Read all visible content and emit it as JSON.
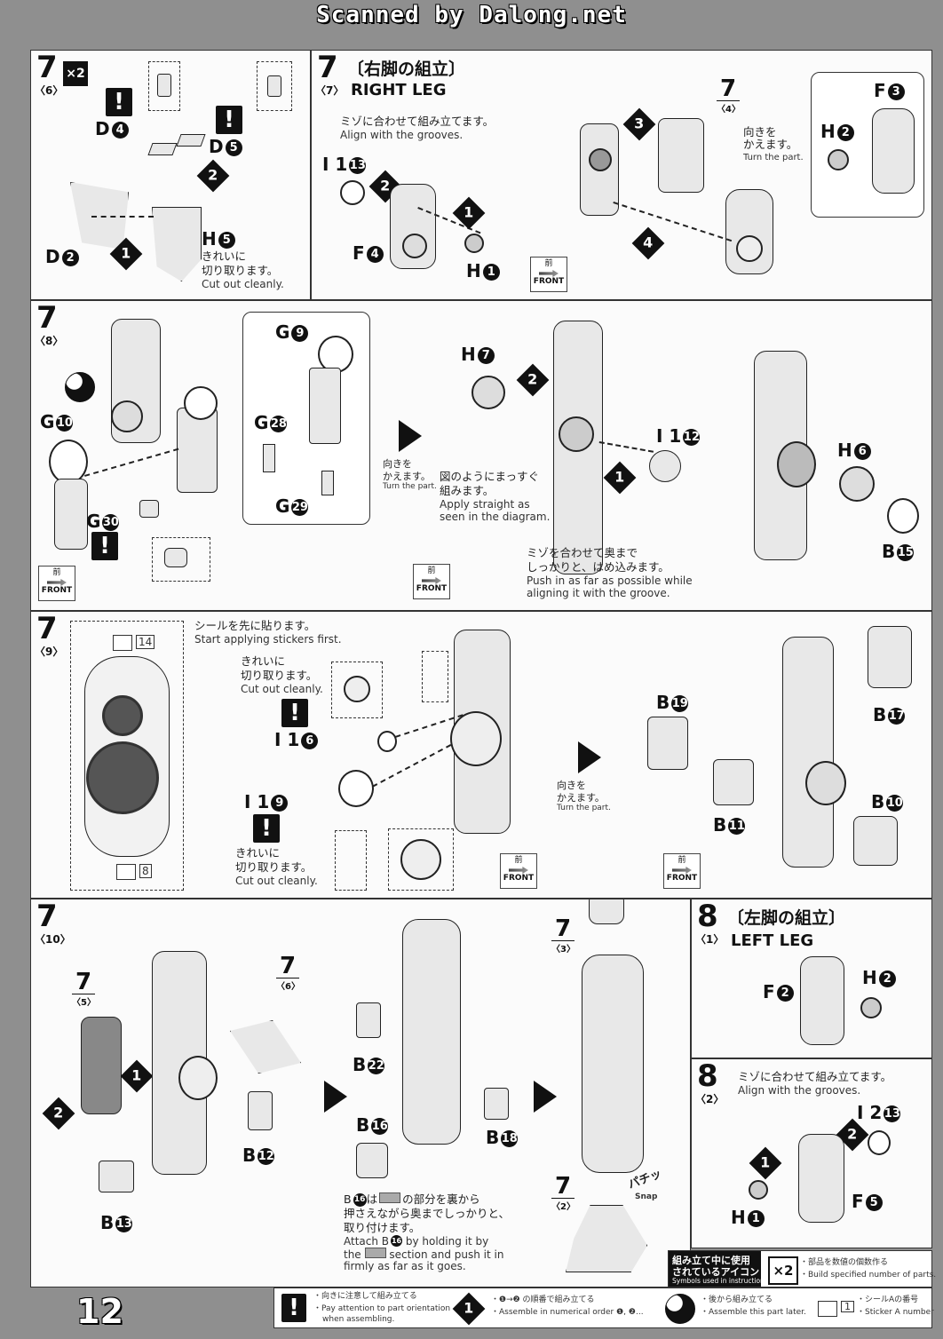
{
  "watermark": "Scanned by Dalong.net",
  "page_number": "12",
  "panel_7_6": {
    "step": "7",
    "sub": "〈6〉",
    "multiplier": "×2",
    "labels": {
      "d4": "D",
      "d4n": "4",
      "d5": "D",
      "d5n": "5",
      "d2": "D",
      "d2n": "2",
      "h5": "H",
      "h5n": "5"
    },
    "cut_jp1": "きれいに",
    "cut_jp2": "切り取ります。",
    "cut_en": "Cut out cleanly.",
    "nums": [
      "1",
      "2"
    ]
  },
  "panel_7_7": {
    "step": "7",
    "sub": "〈7〉",
    "title_jp": "〔右脚の組立〕",
    "title_en": "RIGHT LEG",
    "align_jp": "ミゾに合わせて組み立てます。",
    "align_en": "Align with the grooves.",
    "labels": {
      "i1": "I 1",
      "i1n": "13",
      "f4": "F",
      "f4n": "4",
      "h1": "H",
      "h1n": "1",
      "f3": "F",
      "f3n": "3",
      "h2": "H",
      "h2n": "2"
    },
    "ref_step": "7",
    "ref_sub": "〈4〉",
    "turn_jp1": "向きを",
    "turn_jp2": "かえます。",
    "turn_en": "Turn the part.",
    "front_jp": "前",
    "front_en": "FRONT",
    "nums": [
      "1",
      "2",
      "3",
      "4"
    ]
  },
  "panel_7_8": {
    "step": "7",
    "sub": "〈8〉",
    "labels": {
      "g9": "G",
      "g9n": "9",
      "g28": "G",
      "g28n": "28",
      "g29": "G",
      "g29n": "29",
      "g10": "G",
      "g10n": "10",
      "g30": "G",
      "g30n": "30",
      "h7": "H",
      "h7n": "7",
      "i12": "I 1",
      "i12n": "12",
      "h6": "H",
      "h6n": "6",
      "b15": "B",
      "b15n": "15"
    },
    "turn_jp1": "向きを",
    "turn_jp2": "かえます。",
    "turn_en": "Turn the part.",
    "straight_jp1": "図のようにまっすぐ",
    "straight_jp2": "組みます。",
    "straight_en1": "Apply straight as",
    "straight_en2": "seen in the diagram.",
    "push_jp1": "ミゾを合わせて奥まで",
    "push_jp2": "しっかりと、はめ込みます。",
    "push_en1": "Push in as far as possible while",
    "push_en2": "aligning it with the groove.",
    "front_jp": "前",
    "front_en": "FRONT",
    "nums": [
      "1",
      "2"
    ]
  },
  "panel_7_9": {
    "step": "7",
    "sub": "〈9〉",
    "sticker_first_jp": "シールを先に貼ります。",
    "sticker_first_en": "Start applying stickers first.",
    "cut_jp1": "きれいに",
    "cut_jp2": "切り取ります。",
    "cut_en": "Cut out cleanly.",
    "labels": {
      "i16": "I 1",
      "i16n": "6",
      "i19": "I 1",
      "i19n": "9",
      "b19": "B",
      "b19n": "19",
      "b17": "B",
      "b17n": "17",
      "b10": "B",
      "b10n": "10",
      "b11": "B",
      "b11n": "11"
    },
    "sticker_a": "14",
    "sticker_b": "8",
    "turn_jp1": "向きを",
    "turn_jp2": "かえます。",
    "turn_en": "Turn the part.",
    "front_jp": "前",
    "front_en": "FRONT"
  },
  "panel_7_10": {
    "step": "7",
    "sub": "〈10〉",
    "ref5": {
      "n": "7",
      "s": "〈5〉"
    },
    "ref6": {
      "n": "7",
      "s": "〈6〉"
    },
    "ref3": {
      "n": "7",
      "s": "〈3〉"
    },
    "ref2": {
      "n": "7",
      "s": "〈2〉"
    },
    "labels": {
      "b12": "B",
      "b12n": "12",
      "b13": "B",
      "b13n": "13",
      "b22": "B",
      "b22n": "22",
      "b16": "B",
      "b16n": "16",
      "b18": "B",
      "b18n": "18"
    },
    "b16_jp1": "は",
    "b16_jp2": "の部分を裏から",
    "b16_jp3": "押さえながら奥までしっかりと、",
    "b16_jp4": "取り付けます。",
    "b16_en1": "Attach",
    "b16_en2": "by holding it by",
    "b16_en3": "the",
    "b16_en4": "section and push it in",
    "b16_en5": "firmly as far as it goes.",
    "snap_jp": "パチッ",
    "snap_en": "Snap",
    "nums": [
      "1",
      "2"
    ]
  },
  "panel_8_1": {
    "step": "8",
    "sub": "〈1〉",
    "title_jp": "〔左脚の組立〕",
    "title_en": "LEFT LEG",
    "labels": {
      "f2": "F",
      "f2n": "2",
      "h2": "H",
      "h2n": "2"
    }
  },
  "panel_8_2": {
    "step": "8",
    "sub": "〈2〉",
    "align_jp": "ミゾに合わせて組み立てます。",
    "align_en": "Align with the grooves.",
    "labels": {
      "i2": "I 2",
      "i2n": "13",
      "h1": "H",
      "h1n": "1",
      "f5": "F",
      "f5n": "5"
    },
    "nums": [
      "1",
      "2"
    ]
  },
  "legend": {
    "icons_jp1": "組み立て中に使用",
    "icons_jp2": "されているアイコン",
    "icons_en": "Symbols used in instructions",
    "x2": "×2",
    "x2_jp": "・部品を数値の個数作る",
    "x2_en": "・Build specified number of parts.",
    "excl_jp": "・向きに注意して組み立てる",
    "excl_en1": "・Pay attention to part orientation",
    "excl_en2": "when assembling.",
    "order_jp": "・❶→❷ の順番で組み立てる",
    "order_en": "・Assemble in numerical order ❶, ❷...",
    "later_jp": "・後から組み立てる",
    "later_en": "・Assemble this part later.",
    "sticker_jp": "・シールAの番号",
    "sticker_en": "・Sticker A number",
    "sticker_num": "1"
  }
}
